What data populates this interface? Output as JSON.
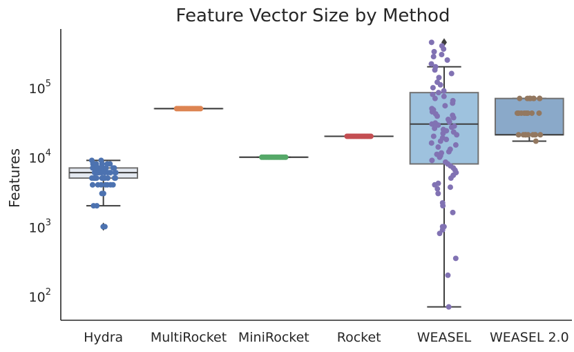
{
  "chart_data": {
    "type": "boxplot",
    "title": "Feature Vector Size by Method",
    "xlabel": "",
    "ylabel": "Features",
    "yscale": "log",
    "ylim": [
      45,
      700000
    ],
    "yticks": [
      100,
      1000,
      10000,
      100000
    ],
    "ytick_labels": [
      {
        "base": "10",
        "exp": "2"
      },
      {
        "base": "10",
        "exp": "3"
      },
      {
        "base": "10",
        "exp": "4"
      },
      {
        "base": "10",
        "exp": "5"
      }
    ],
    "grid": false,
    "categories": [
      "Hydra",
      "MultiRocket",
      "MiniRocket",
      "Rocket",
      "WEASEL",
      "WEASEL 2.0"
    ],
    "series": [
      {
        "category": "Hydra",
        "color": "#4c72b0",
        "box_color": "#e4e9f1",
        "box": {
          "whisker_low": 2000,
          "q1": 5000,
          "median": 6000,
          "q3": 7000,
          "whisker_high": 9000
        },
        "outliers": [
          1000
        ],
        "points": [
          1000,
          1000,
          2000,
          2000,
          3000,
          3000,
          4000,
          4000,
          4000,
          4000,
          4000,
          4000,
          4000,
          4000,
          5000,
          5000,
          5000,
          5000,
          5000,
          5000,
          5000,
          5000,
          5000,
          5000,
          5000,
          5000,
          6000,
          6000,
          6000,
          6000,
          6000,
          6000,
          6000,
          6000,
          6000,
          6000,
          6000,
          6000,
          6000,
          6000,
          7000,
          7000,
          7000,
          7000,
          7000,
          7000,
          7000,
          7000,
          7000,
          7000,
          8000,
          8000,
          8000,
          8000,
          8000,
          8000,
          9000,
          9000
        ]
      },
      {
        "category": "MultiRocket",
        "color": "#dd8452",
        "box_color": "#f4d9c6",
        "box": {
          "whisker_low": 50000,
          "q1": 50000,
          "median": 50000,
          "q3": 50000,
          "whisker_high": 50000
        },
        "outliers": [],
        "points": [
          50000,
          50000,
          50000,
          50000,
          50000,
          50000,
          50000,
          50000,
          50000,
          50000,
          50000,
          50000,
          50000,
          50000,
          50000,
          50000
        ]
      },
      {
        "category": "MiniRocket",
        "color": "#55a868",
        "box_color": "#cce5d2",
        "box": {
          "whisker_low": 10000,
          "q1": 10000,
          "median": 10000,
          "q3": 10000,
          "whisker_high": 10000
        },
        "outliers": [],
        "points": [
          10000,
          10000,
          10000,
          10000,
          10000,
          10000,
          10000,
          10000,
          10000,
          10000,
          10000,
          10000,
          10000,
          10000,
          10000,
          10000
        ]
      },
      {
        "category": "Rocket",
        "color": "#c44e52",
        "box_color": "#eccbcc",
        "box": {
          "whisker_low": 20000,
          "q1": 20000,
          "median": 20000,
          "q3": 20000,
          "whisker_high": 20000
        },
        "outliers": [],
        "points": [
          20000,
          20000,
          20000,
          20000,
          20000,
          20000,
          20000,
          20000,
          20000,
          20000,
          20000,
          20000,
          20000,
          20000,
          20000,
          20000
        ]
      },
      {
        "category": "WEASEL",
        "color": "#8172b3",
        "box_color": "#9ec2de",
        "box": {
          "whisker_low": 70,
          "q1": 8000,
          "median": 30000,
          "q3": 85000,
          "whisker_high": 200000
        },
        "outliers": [
          450000
        ],
        "points": [
          70,
          200,
          350,
          800,
          900,
          1000,
          1000,
          1600,
          2000,
          2200,
          3000,
          3500,
          3700,
          4000,
          4200,
          5000,
          5500,
          6000,
          6500,
          7000,
          7500,
          8000,
          8500,
          9000,
          10000,
          10500,
          11000,
          11500,
          12000,
          13000,
          14000,
          15000,
          16000,
          17000,
          18000,
          19000,
          20000,
          21000,
          22000,
          23000,
          24000,
          25000,
          26000,
          27000,
          28000,
          29000,
          30000,
          31000,
          32000,
          33000,
          35000,
          37000,
          39000,
          40000,
          42000,
          45000,
          48000,
          50000,
          55000,
          60000,
          65000,
          70000,
          75000,
          80000,
          85000,
          90000,
          100000,
          110000,
          120000,
          140000,
          160000,
          180000,
          200000,
          220000,
          250000,
          280000,
          300000,
          330000,
          360000,
          400000,
          450000
        ]
      },
      {
        "category": "WEASEL 2.0",
        "color": "#937860",
        "box_color": "#8aa9c9",
        "box": {
          "whisker_low": 17000,
          "q1": 21000,
          "median": 21000,
          "q3": 70000,
          "whisker_high": 70000
        },
        "outliers": [],
        "points": [
          17000,
          21000,
          21000,
          21000,
          21000,
          21000,
          21000,
          21000,
          21000,
          21000,
          43000,
          43000,
          43000,
          43000,
          43000,
          43000,
          43000,
          43000,
          43000,
          70000,
          70000,
          70000,
          70000,
          70000,
          70000,
          70000,
          70000,
          70000,
          70000
        ]
      }
    ]
  }
}
